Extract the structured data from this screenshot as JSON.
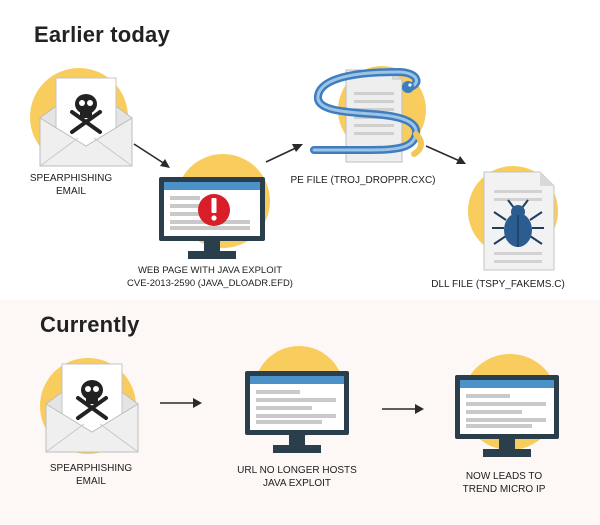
{
  "sections": {
    "earlier": {
      "title": "Earlier today",
      "captions": {
        "email": "SPEARPHISHING\nEMAIL",
        "web": "WEB PAGE WITH JAVA EXPLOIT\nCVE-2013-2590 (JAVA_DLOADR.EFD)",
        "pe": "PE FILE (TROJ_DROPPR.CXC)",
        "dll": "DLL FILE (TSPY_FAKEMS.C)"
      }
    },
    "currently": {
      "title": "Currently",
      "captions": {
        "email": "SPEARPHISHING\nEMAIL",
        "url": "URL NO LONGER HOSTS\nJAVA EXPLOIT",
        "trend": "NOW LEADS TO\nTREND MICRO IP"
      }
    }
  },
  "colors": {
    "circle": "#f8cd5e",
    "monitor": "#2b3e4c",
    "screen_blue": "#4a92c8",
    "alert_red": "#d81e28",
    "bug": "#2b5d90",
    "envelope": "#dcdcdc"
  },
  "icons": {
    "skull": "skull-crossbones-icon",
    "alert": "exclamation-alert-icon",
    "bug": "bug-icon"
  }
}
